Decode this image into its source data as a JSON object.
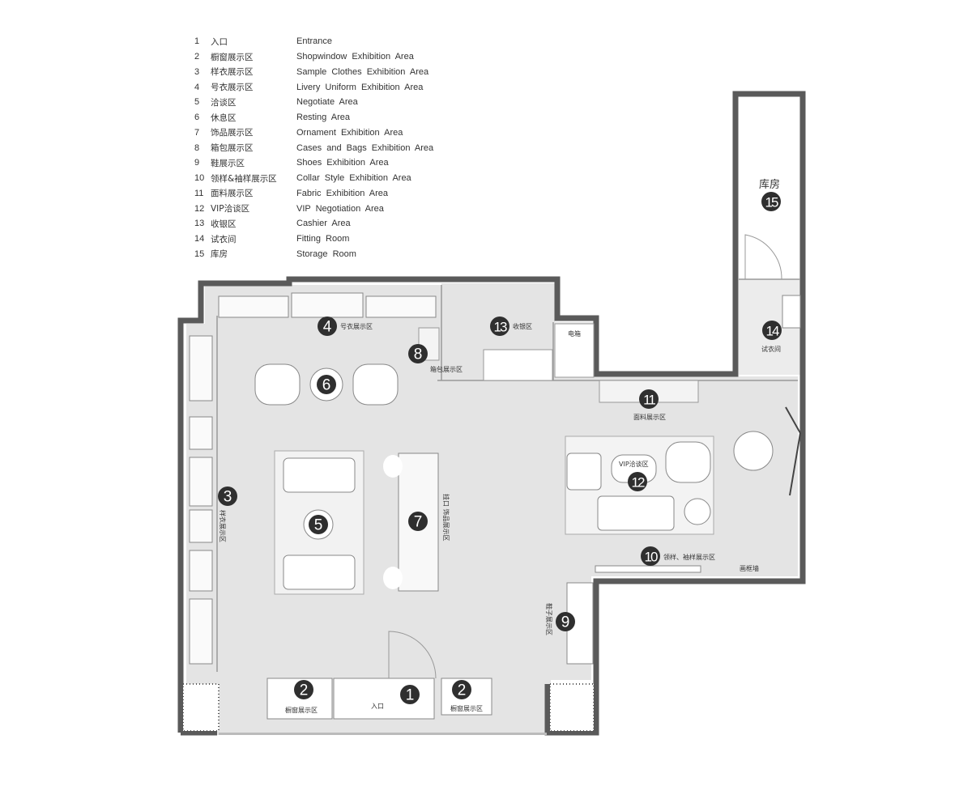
{
  "legend": [
    {
      "num": "1",
      "cn": "入口",
      "en": "Entrance"
    },
    {
      "num": "2",
      "cn": "橱窗展示区",
      "en": "Shopwindow Exhibition Area"
    },
    {
      "num": "3",
      "cn": "样衣展示区",
      "en": "Sample Clothes Exhibition Area"
    },
    {
      "num": "4",
      "cn": "号衣展示区",
      "en": "Livery Uniform Exhibition Area"
    },
    {
      "num": "5",
      "cn": "洽谈区",
      "en": "Negotiate Area"
    },
    {
      "num": "6",
      "cn": "休息区",
      "en": "Resting Area"
    },
    {
      "num": "7",
      "cn": "饰品展示区",
      "en": "Ornament Exhibition Area"
    },
    {
      "num": "8",
      "cn": "箱包展示区",
      "en": "Cases and Bags Exhibition Area"
    },
    {
      "num": "9",
      "cn": "鞋展示区",
      "en": "Shoes Exhibition Area"
    },
    {
      "num": "10",
      "cn": "领样&袖样展示区",
      "en": "Collar Style Exhibition Area"
    },
    {
      "num": "11",
      "cn": "面料展示区",
      "en": "Fabric Exhibition Area"
    },
    {
      "num": "12",
      "cn": "VIP洽谈区",
      "en": "VIP Negotiation Area"
    },
    {
      "num": "13",
      "cn": "收银区",
      "en": "Cashier Area"
    },
    {
      "num": "14",
      "cn": "试衣间",
      "en": "Fitting Room"
    },
    {
      "num": "15",
      "cn": "库房",
      "en": "Storage Room"
    }
  ],
  "plan": {
    "storage_title": "库房",
    "electric_box": "电箱",
    "fitting_room": "试衣间",
    "fabric": "面料展示区",
    "vip": "VIP洽谈区",
    "collar": "领样、袖样展示区",
    "frame_wall": "画框墙",
    "ornament": "挂口  饰品展示区",
    "shoes": "鞋子展示区",
    "sample": "样衣展示区",
    "window_l": "橱窗展示区",
    "window_r": "橱窗展示区",
    "entrance": "入口",
    "livery": "号衣展示区",
    "bags": "箱包展示区",
    "cashier": "收银区"
  },
  "markers": [
    "1",
    "2",
    "2",
    "3",
    "4",
    "5",
    "6",
    "7",
    "8",
    "9",
    "10",
    "11",
    "12",
    "13",
    "14",
    "15"
  ]
}
